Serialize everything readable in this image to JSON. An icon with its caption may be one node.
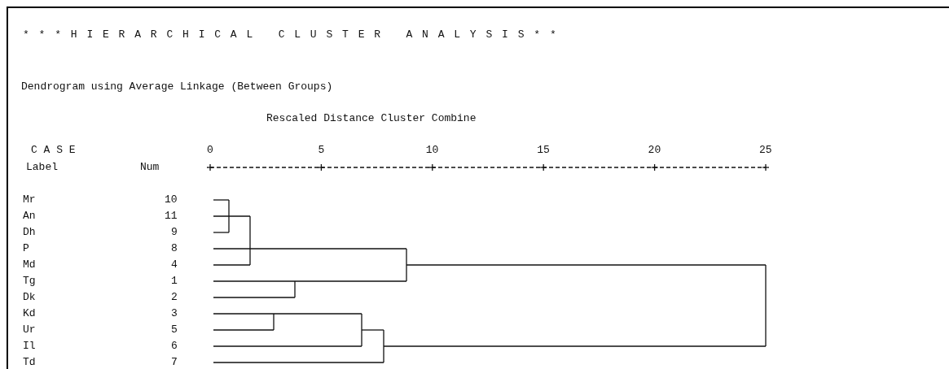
{
  "diagram": {
    "title": "* * * H I E R A R C H I C A L   C L U S T E R   A N A L Y S I S * *",
    "labels": [
      "Dendrogram using Average Linkage (Between Groups)",
      "Rescaled Distance Cluster Combine",
      "C A S E",
      "0",
      "5",
      "10",
      "15",
      "20",
      "25",
      "Label",
      "Num",
      "Mr",
      "10",
      "An",
      "11",
      "Dh",
      "9",
      "P",
      "8",
      "Md",
      "4",
      "Tg",
      "1",
      "Dk",
      "2",
      "Kd",
      "3",
      "Ur",
      "5",
      "Il",
      "6",
      "Td",
      "7"
    ]
  }
}
